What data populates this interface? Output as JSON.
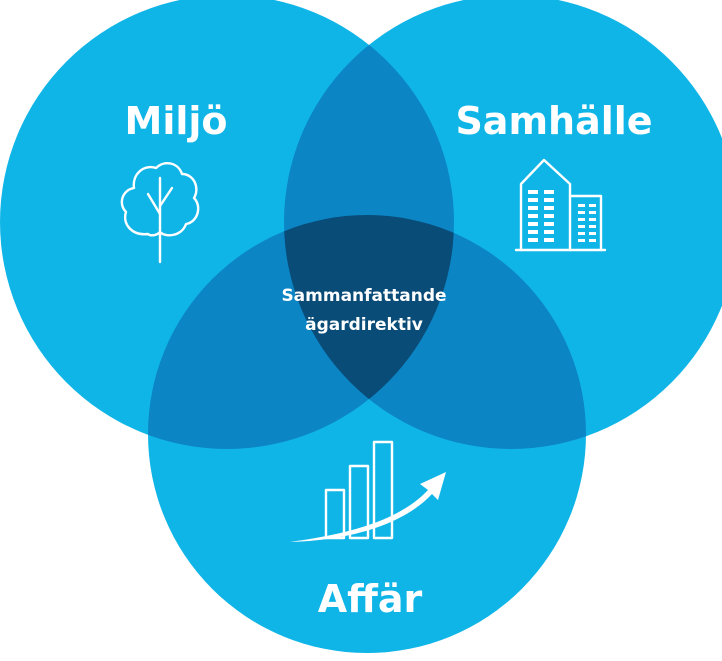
{
  "circles": [
    {
      "id": "miljo",
      "label": "Miljö",
      "icon": "tree-icon"
    },
    {
      "id": "samhalle",
      "label": "Samhälle",
      "icon": "buildings-icon"
    },
    {
      "id": "affar",
      "label": "Affär",
      "icon": "growth-chart-icon"
    }
  ],
  "center": {
    "line1": "Sammanfattande",
    "line2": "ägardirektiv"
  },
  "colors": {
    "circle": "#10b5e7",
    "pair_overlap": "#0c85c5",
    "center_overlap": "#094c78",
    "text": "#ffffff"
  }
}
